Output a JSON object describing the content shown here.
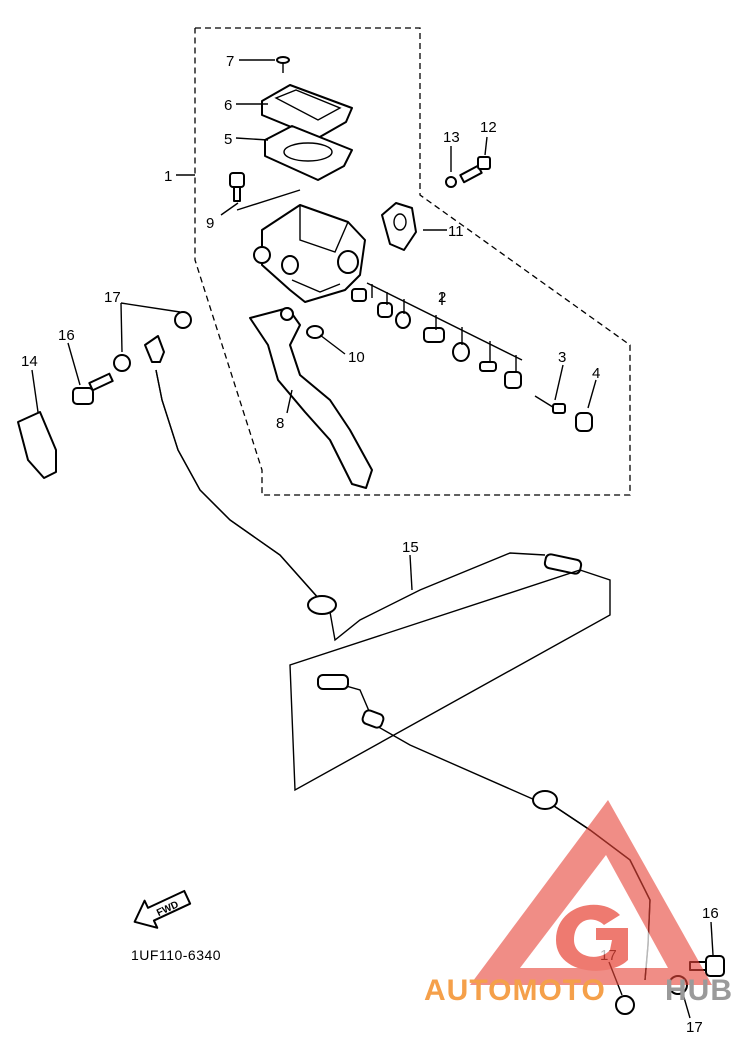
{
  "diagram": {
    "diagram_code": "1UF110-6340",
    "fwd_label": "FWD",
    "callouts": {
      "c1": "1",
      "c2": "2",
      "c3": "3",
      "c4": "4",
      "c5": "5",
      "c6": "6",
      "c7": "7",
      "c8": "8",
      "c9": "9",
      "c10": "10",
      "c11": "11",
      "c12": "12",
      "c13": "13",
      "c14": "14",
      "c15": "15",
      "c16a": "16",
      "c16b": "16",
      "c17a": "17",
      "c17b": "17",
      "c17c": "17"
    }
  },
  "watermark": {
    "text_part1": "AUTOMOTO",
    "text_part2": "HUB",
    "color_orange": "#f5a04a",
    "color_red": "#e8473a",
    "color_gray": "#9a9a9a"
  }
}
